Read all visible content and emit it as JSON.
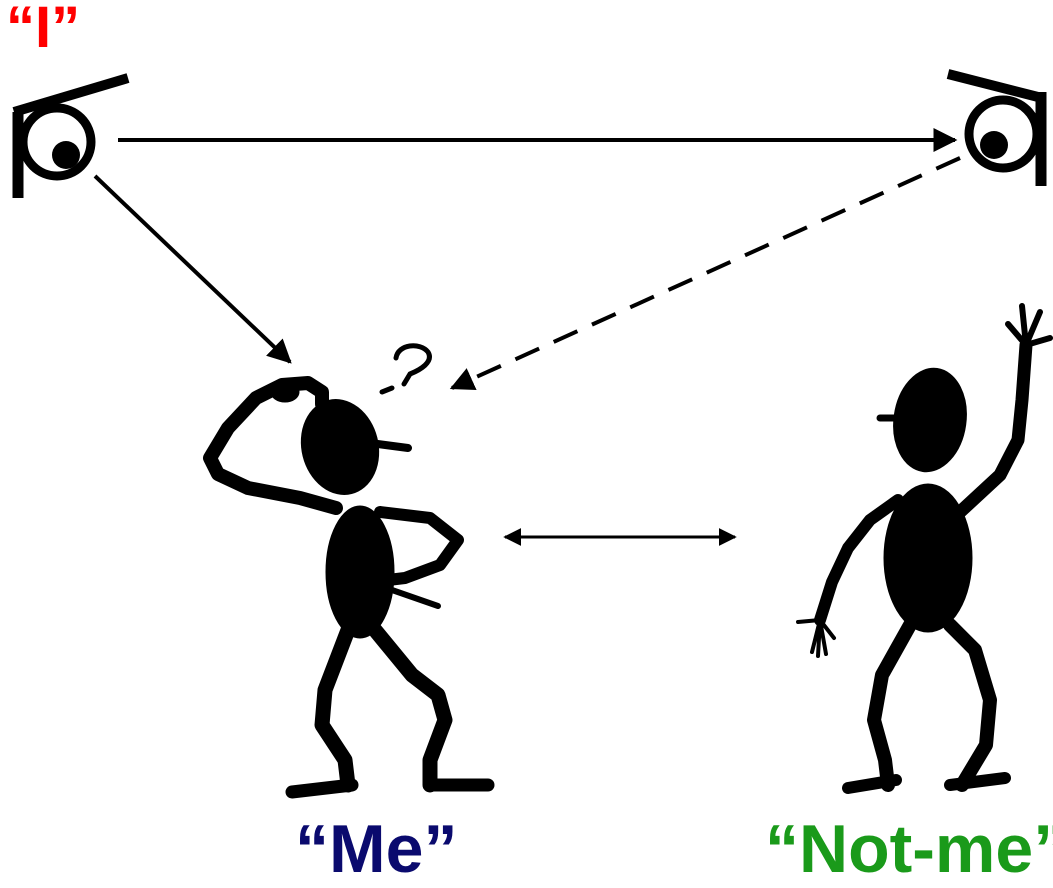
{
  "labels": {
    "i": "“I”",
    "me": "“Me”",
    "not_me": "“Not-me”"
  },
  "colors": {
    "i": "#ff0000",
    "me": "#0a0a6e",
    "not_me": "#1a9a1a",
    "ink": "#000000"
  },
  "icons": {
    "left_eye": "eye-icon",
    "right_eye": "eye-icon",
    "question_mark": "question-mark-icon",
    "me_figure": "confused-stick-figure",
    "not_me_figure": "waving-stick-figure"
  }
}
